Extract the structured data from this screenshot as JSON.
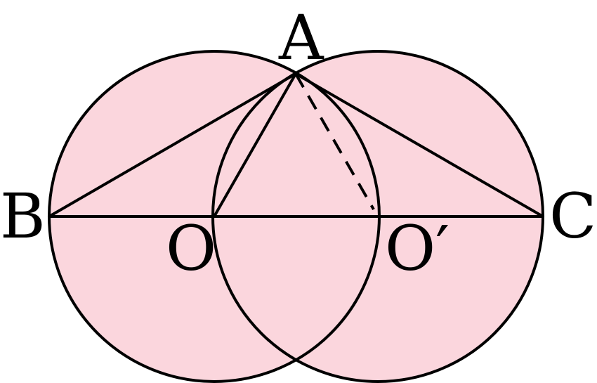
{
  "colors": {
    "fill": "#fbd6dd",
    "stroke": "#000000"
  },
  "labels": {
    "A": "A",
    "B": "B",
    "C": "C",
    "O": "O",
    "O_prime": "O′"
  }
}
